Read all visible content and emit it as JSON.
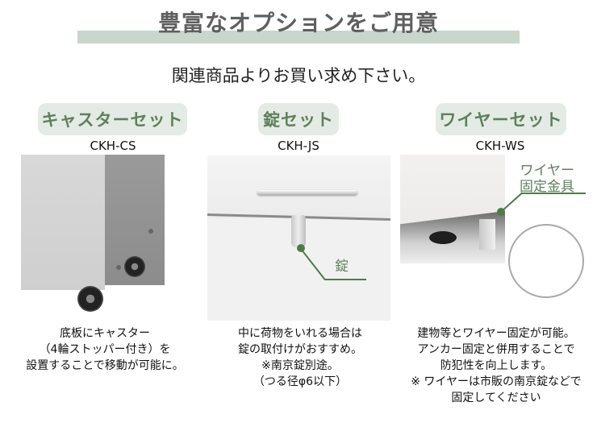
{
  "header": {
    "title": "豊富なオプションをご用意",
    "subtitle": "関連商品よりお買い求め下さい。",
    "band_color": "#c9d6cb"
  },
  "options": [
    {
      "name": "キャスターセット",
      "code": "CKH-CS",
      "description": [
        "底板にキャスター",
        "（4輪ストッパー付き）を",
        "設置することで移動が可能に。"
      ]
    },
    {
      "name": "錠セット",
      "code": "CKH-JS",
      "callout": "錠",
      "description": [
        "中に荷物をいれる場合は",
        "錠の取付けがおすすめ。",
        "※南京錠別途。",
        "（つる径φ6以下）"
      ]
    },
    {
      "name": "ワイヤーセット",
      "code": "CKH-WS",
      "callout": [
        "ワイヤー",
        "固定金具"
      ],
      "description": [
        "建物等とワイヤー固定が可能。",
        "アンカー固定と併用することで",
        "防犯性を向上します。",
        "※ ワイヤーは市販の南京錠などで",
        "固定してください"
      ]
    }
  ],
  "colors": {
    "accent_green": "#5e805d",
    "badge_bg": "#e4ebe4",
    "title_gray": "#5f5f5f"
  }
}
